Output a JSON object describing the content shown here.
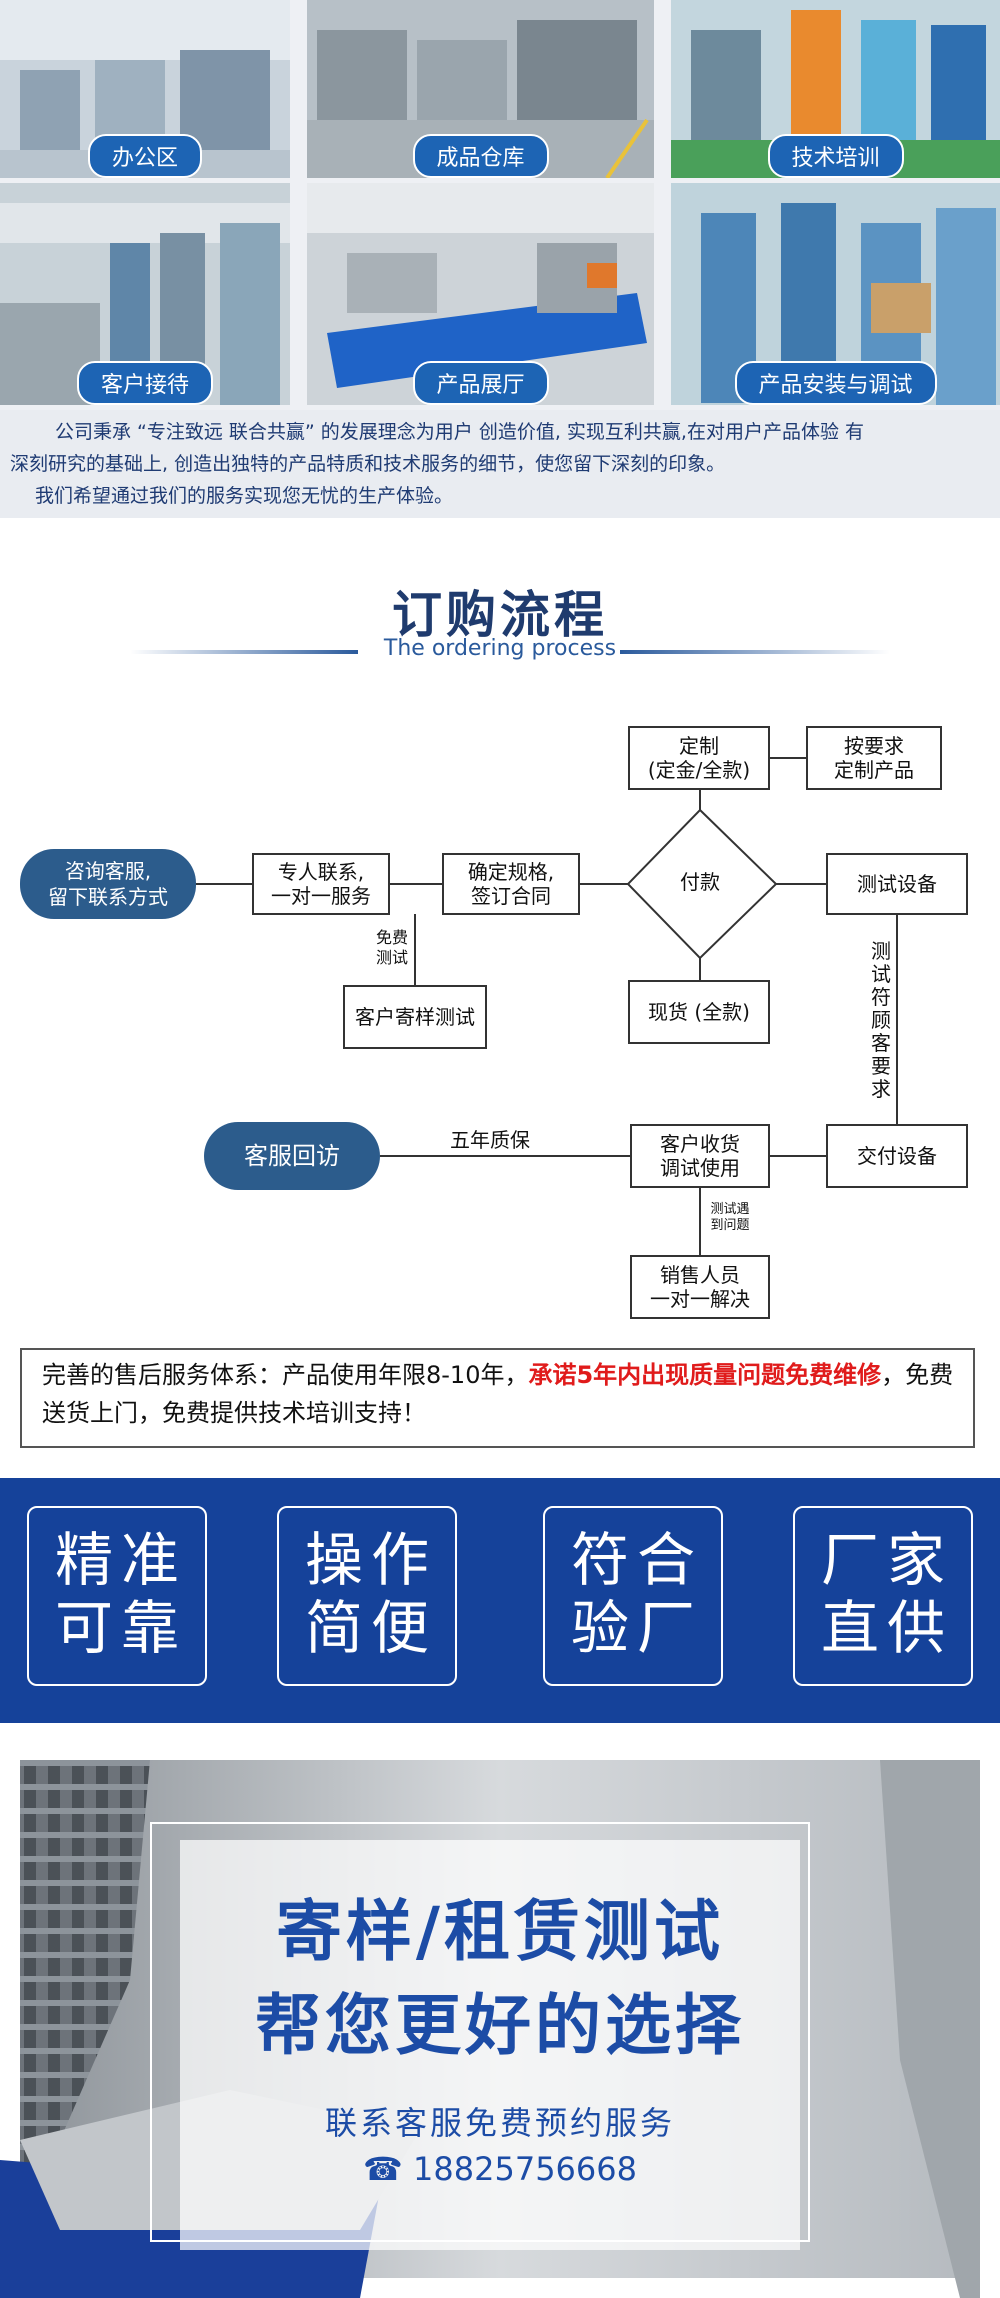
{
  "gallery": {
    "photos": [
      {
        "caption": "办公区"
      },
      {
        "caption": "成品仓库"
      },
      {
        "caption": "技术培训"
      },
      {
        "caption": "客户接待"
      },
      {
        "caption": "产品展厅"
      },
      {
        "caption": "产品安装与调试"
      }
    ],
    "intro_lines": [
      "公司秉承 “专注致远 联合共赢” 的发展理念为用户 创造价值, 实现互利共赢,在对用户产品体验 有",
      "深刻研究的基础上, 创造出独特的产品特质和技术服务的细节，使您留下深刻的印象。",
      "我们希望通过我们的服务实现您无忧的生产体验。"
    ]
  },
  "process": {
    "title": "订购流程",
    "subtitle": "The ordering process",
    "nodes": {
      "consult": "咨询客服,\n留下联系方式",
      "contact": "专人联系,\n一对一服务",
      "confirm": "确定规格,\n签订合同",
      "custom": "定制\n(定金/全款)",
      "custom_req": "按要求\n定制产品",
      "payment": "付款",
      "test_device": "测试设备",
      "sample_test": "客户寄样测试",
      "stock": "现货 (全款)",
      "after_visit": "客服回访",
      "receive": "客户收货\n调试使用",
      "deliver": "交付设备",
      "sales": "销售人员\n一对一解决"
    },
    "labels": {
      "free_test": "免费\n测试",
      "warranty": "五年质保",
      "meets_req": "测试符顾客要求",
      "problem": "测试遇\n到问题"
    }
  },
  "guarantee": {
    "part1": "完善的售后服务体系：产品使用年限8-10年，",
    "highlight": "承诺5年内出现质量问题免费维修",
    "part2": "，免费送货上门，免费提供技术培训支持！"
  },
  "features": [
    {
      "line1": "精准",
      "line2": "可靠"
    },
    {
      "line1": "操作",
      "line2": "简便"
    },
    {
      "line1": "符合",
      "line2": "验厂"
    },
    {
      "line1": "厂家",
      "line2": "直供"
    }
  ],
  "banner": {
    "headline1": "寄样/租赁测试",
    "headline2": "帮您更好的选择",
    "cta": "联系客服免费预约服务",
    "phone": "☎ 18825756668"
  }
}
